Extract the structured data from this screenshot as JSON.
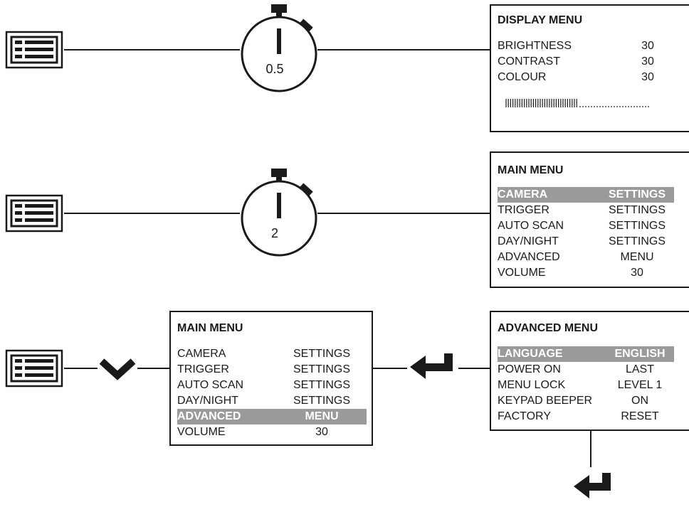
{
  "flows": [
    {
      "timer": "0.5",
      "menu": {
        "title": "DISPLAY MENU",
        "rows": [
          {
            "label": "BRIGHTNESS",
            "value": "30"
          },
          {
            "label": "CONTRAST",
            "value": "30"
          },
          {
            "label": "COLOUR",
            "value": "30"
          }
        ],
        "level_fraction": 0.5
      }
    },
    {
      "timer": "2",
      "menu": {
        "title": "MAIN MENU",
        "rows": [
          {
            "label": "CAMERA",
            "value": "SETTINGS",
            "highlighted": true
          },
          {
            "label": "TRIGGER",
            "value": "SETTINGS"
          },
          {
            "label": "AUTO SCAN",
            "value": "SETTINGS"
          },
          {
            "label": "DAY/NIGHT",
            "value": "SETTINGS"
          },
          {
            "label": "ADVANCED",
            "value": "MENU"
          },
          {
            "label": "VOLUME",
            "value": "30"
          }
        ]
      }
    },
    {
      "menu": {
        "title": "MAIN MENU",
        "rows": [
          {
            "label": "CAMERA",
            "value": "SETTINGS"
          },
          {
            "label": "TRIGGER",
            "value": "SETTINGS"
          },
          {
            "label": "AUTO SCAN",
            "value": "SETTINGS"
          },
          {
            "label": "DAY/NIGHT",
            "value": "SETTINGS"
          },
          {
            "label": "ADVANCED",
            "value": "MENU",
            "highlighted": true
          },
          {
            "label": "VOLUME",
            "value": "30"
          }
        ]
      },
      "result_menu": {
        "title": "ADVANCED MENU",
        "rows": [
          {
            "label": "LANGUAGE",
            "value": "ENGLISH",
            "highlighted": true
          },
          {
            "label": "POWER ON",
            "value": "LAST"
          },
          {
            "label": "MENU LOCK",
            "value": "LEVEL 1"
          },
          {
            "label": "KEYPAD BEEPER",
            "value": "ON"
          },
          {
            "label": "FACTORY",
            "value": "RESET"
          }
        ]
      }
    }
  ],
  "icons": {
    "menu_button": "menu-list-icon",
    "timer": "stopwatch-icon",
    "down": "chevron-down-icon",
    "enter": "enter-return-icon"
  },
  "colors": {
    "line": "#1a1a1a",
    "highlight": "#9a9a9a"
  }
}
